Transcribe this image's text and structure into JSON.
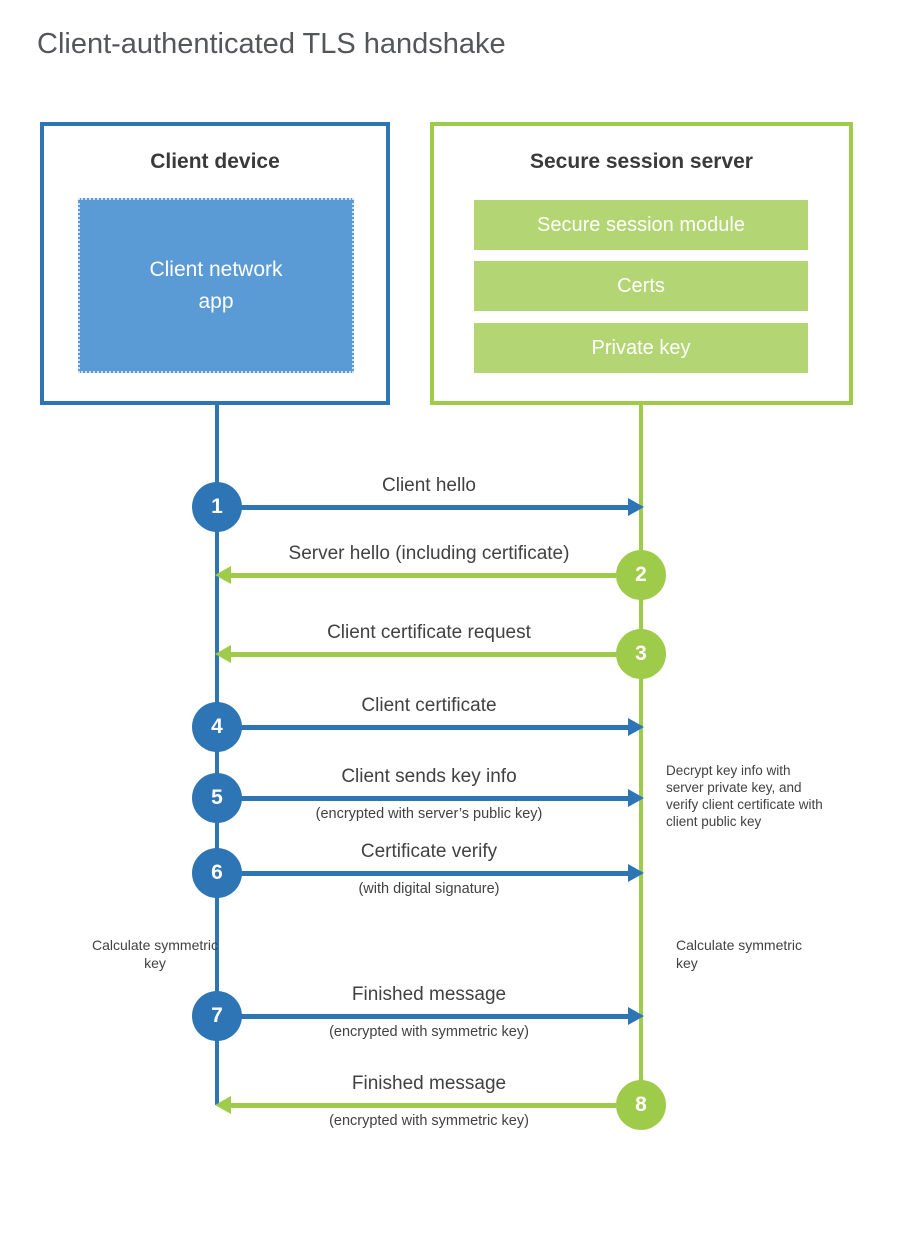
{
  "title": "Client-authenticated TLS handshake",
  "colors": {
    "blue_accent": "#2e75b6",
    "blue_fill": "#5b9bd5",
    "green_accent": "#9ecb4a",
    "green_fill": "#b3d573",
    "text_dark": "#414141",
    "title_gray": "#54565a"
  },
  "client": {
    "title": "Client device",
    "module": "Client network app"
  },
  "server": {
    "title": "Secure session server",
    "modules": [
      "Secure session module",
      "Certs",
      "Private key"
    ]
  },
  "steps": [
    {
      "num": "1",
      "from": "client",
      "label": "Client hello",
      "sub": ""
    },
    {
      "num": "2",
      "from": "server",
      "label": "Server hello (including certificate)",
      "sub": ""
    },
    {
      "num": "3",
      "from": "server",
      "label": "Client certificate request",
      "sub": ""
    },
    {
      "num": "4",
      "from": "client",
      "label": "Client certificate",
      "sub": ""
    },
    {
      "num": "5",
      "from": "client",
      "label": "Client sends key info",
      "sub": "(encrypted with server’s public key)"
    },
    {
      "num": "6",
      "from": "client",
      "label": "Certificate verify",
      "sub": "(with digital signature)"
    },
    {
      "num": "7",
      "from": "client",
      "label": "Finished message",
      "sub": "(encrypted with symmetric key)"
    },
    {
      "num": "8",
      "from": "server",
      "label": "Finished message",
      "sub": "(encrypted with symmetric key)"
    }
  ],
  "annotations": {
    "decrypt_note": "Decrypt key info with server private key, and verify client certificate with client public key",
    "calc_left": "Calculate symmetric key",
    "calc_right": "Calculate symmetric key"
  }
}
